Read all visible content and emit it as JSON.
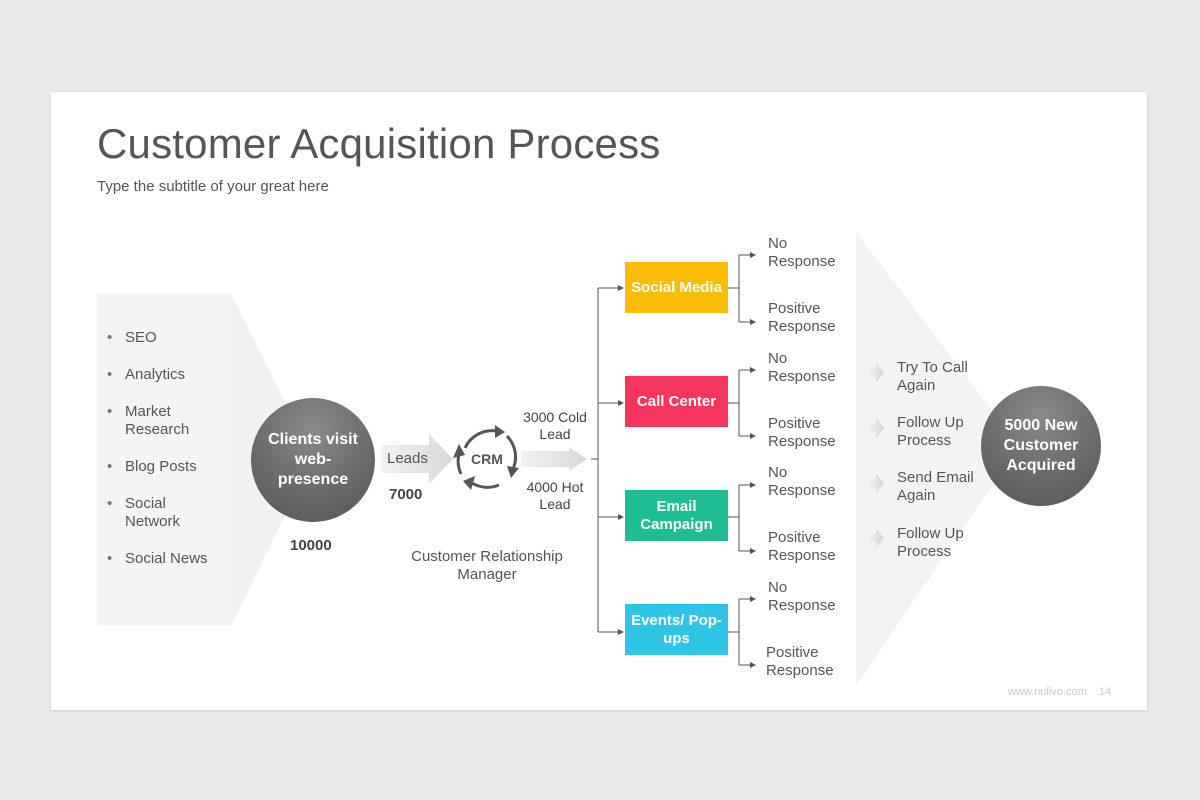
{
  "title": "Customer Acquisition Process",
  "subtitle": "Type the subtitle of your great here",
  "sources": [
    "SEO",
    "Analytics",
    "Market Research",
    "Blog Posts",
    "Social Network",
    "Social News"
  ],
  "visit_circle": {
    "label": "Clients visit web-presence",
    "count": "10000"
  },
  "leads": {
    "label": "Leads",
    "count": "7000"
  },
  "crm": {
    "label": "CRM",
    "caption": "Customer Relationship Manager",
    "cold_lead": "3000 Cold Lead",
    "hot_lead": "4000 Hot Lead"
  },
  "channels": [
    {
      "label": "Social Media",
      "color": "#fbbc05"
    },
    {
      "label": "Call Center",
      "color": "#f5355b"
    },
    {
      "label": "Email Campaign",
      "color": "#1ebd96"
    },
    {
      "label": "Events/ Pop-ups",
      "color": "#2ec5e7"
    }
  ],
  "responses": {
    "no": "No Response",
    "positive": "Positive Response"
  },
  "follow_ups": [
    "Try To Call Again",
    "Follow Up Process",
    "Send Email Again",
    "Follow Up Process"
  ],
  "result": "5000 New Customer Acquired",
  "footer": {
    "site": "www.nulivo.com",
    "page": "14"
  }
}
